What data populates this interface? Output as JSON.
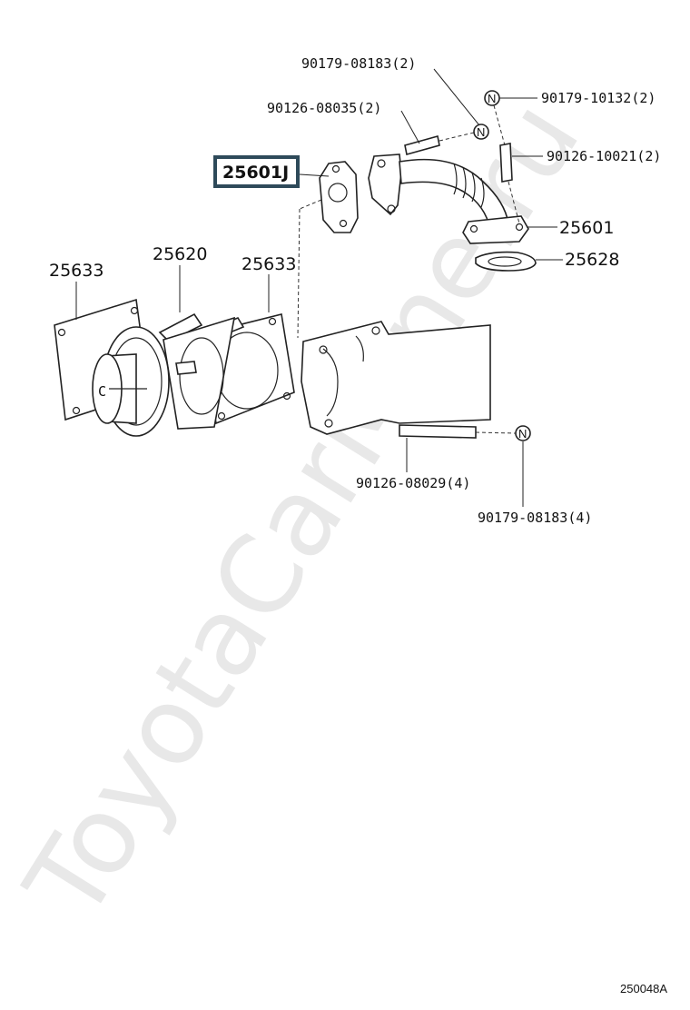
{
  "diagram": {
    "highlighted_part": "25601J",
    "labels": {
      "p90179_08183_top": "90179-08183(2)",
      "p90126_08035": "90126-08035(2)",
      "p90179_10132": "90179-10132(2)",
      "p90126_10021": "90126-10021(2)",
      "p25601": "25601",
      "p25628": "25628",
      "p25633_left": "25633",
      "p25620": "25620",
      "p25633_mid": "25633",
      "p90126_08029": "90126-08029(4)",
      "p90179_08183_bottom": "90179-08183(4)"
    },
    "nut_symbol": "N",
    "watermark": "ToyotaCarMine.ru",
    "reference_code": "250048A"
  }
}
